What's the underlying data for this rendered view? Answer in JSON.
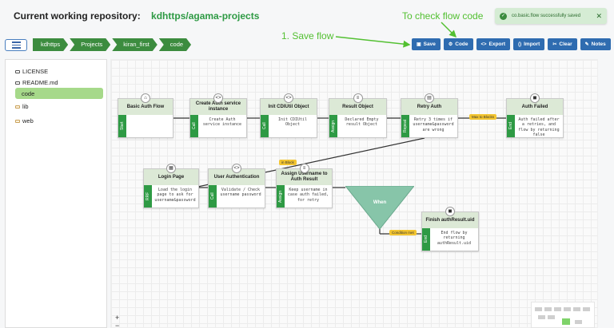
{
  "header": {
    "repo_label": "Current working repository:",
    "repo_name": "kdhttps/agama-projects"
  },
  "toast": {
    "message": "co.basic.flow successfully saved",
    "close": "✕"
  },
  "annotations": {
    "save": "1. Save flow",
    "code": "To check flow code"
  },
  "breadcrumbs": [
    "kdhttps",
    "Projects",
    "kiran_first",
    "code"
  ],
  "toolbar": [
    {
      "icon": "save-icon",
      "glyph": "▣",
      "label": "Save"
    },
    {
      "icon": "code-icon",
      "glyph": "⚙",
      "label": "Code"
    },
    {
      "icon": "export-icon",
      "glyph": "<>",
      "label": "Export"
    },
    {
      "icon": "import-icon",
      "glyph": "()",
      "label": "Import"
    },
    {
      "icon": "clear-icon",
      "glyph": "✂",
      "label": "Clear"
    },
    {
      "icon": "notes-icon",
      "glyph": "✎",
      "label": "Notes"
    }
  ],
  "tree": [
    {
      "name": "LICENSE",
      "type": "file"
    },
    {
      "name": "README.md",
      "type": "file"
    },
    {
      "name": "code",
      "type": "selected"
    },
    {
      "name": "lib",
      "type": "folder"
    },
    {
      "name": "web",
      "type": "folder"
    }
  ],
  "nodes": [
    {
      "id": "basic",
      "title": "Basic Auth Flow",
      "type": "Start",
      "desc": "",
      "icon": "⌂"
    },
    {
      "id": "create",
      "title": "Create Auth service instance",
      "type": "Call",
      "desc": "Create Auth service instance",
      "icon": "<>"
    },
    {
      "id": "init",
      "title": "Init CDIUtil Object",
      "type": "Call",
      "desc": "Init CDIUtil Object",
      "icon": "<>"
    },
    {
      "id": "result",
      "title": "Result Object",
      "type": "Assign",
      "desc": "Declared Empty result Object",
      "icon": "≡"
    },
    {
      "id": "retry",
      "title": "Retry Auth",
      "type": "Repeat",
      "desc": "Retry 3 times if username&password are wrong",
      "icon": "▤"
    },
    {
      "id": "failed",
      "title": "Auth Failed",
      "type": "End",
      "desc": "Auth failed after a retries, and flow by returning false",
      "icon": "◼"
    },
    {
      "id": "login",
      "title": "Login Page",
      "type": "RRF",
      "desc": "Load the login page to ask for username&password",
      "icon": "▦"
    },
    {
      "id": "userauth",
      "title": "User Authentication",
      "type": "Call",
      "desc": "Validate / Check username password",
      "icon": "<>"
    },
    {
      "id": "assign",
      "title": "Assign Username to Auth Result",
      "type": "Assign",
      "desc": "Keep username in case auth failed, for retry",
      "icon": "≡"
    },
    {
      "id": "finish",
      "title": "Finish authResult.uid",
      "type": "End",
      "desc": "End flow by returning authResult.uid",
      "icon": "◼"
    }
  ],
  "when": {
    "label": "When"
  },
  "badges": {
    "max": "Max to Blocks",
    "blocks": "in Block",
    "condition": "Condition met"
  },
  "zoom": {
    "plus": "+",
    "minus": "−"
  }
}
